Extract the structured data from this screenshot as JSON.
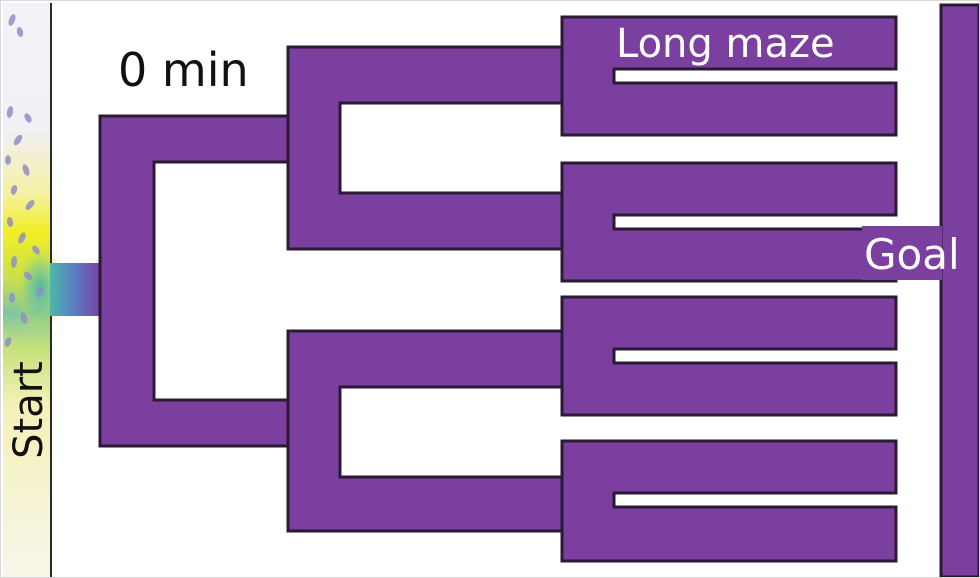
{
  "labels": {
    "time": "0 min",
    "maze": "Long maze",
    "goal": "Goal",
    "start": "Start"
  },
  "colors": {
    "channel": "#7b3fa0",
    "channel_edge": "#2a1a33",
    "background": "#ffffff",
    "gradient": [
      "#f2f0f6",
      "#f4f2a0",
      "#f2ef20",
      "#b6d85a",
      "#4cb8a6",
      "#5a7fc4",
      "#7b3fa0"
    ]
  }
}
